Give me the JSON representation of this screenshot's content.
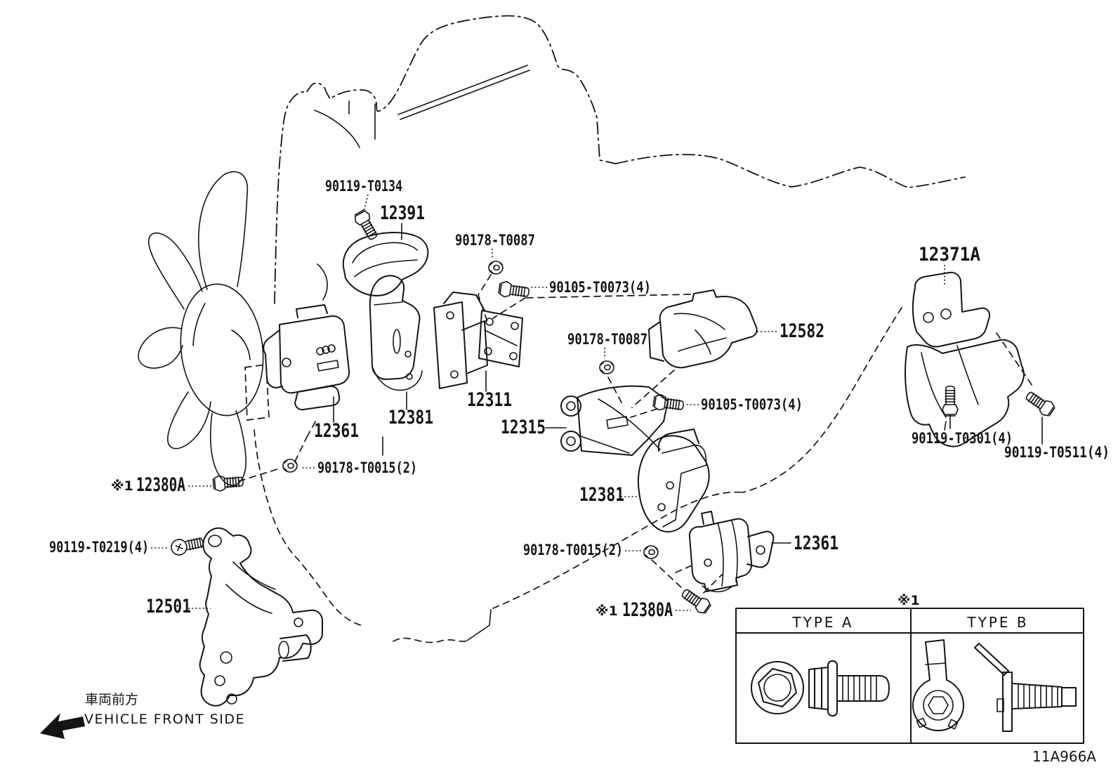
{
  "diagram": {
    "code": "11A966A",
    "orientation": {
      "label_jp": "車両前方",
      "label_en": "VEHICLE FRONT SIDE"
    },
    "legend": {
      "ref_mark": "※1",
      "type_a": "TYPE A",
      "type_b": "TYPE B"
    }
  },
  "labels": [
    {
      "text": "90119-T0134"
    },
    {
      "text": "12391"
    },
    {
      "text": "90178-T0087"
    },
    {
      "text": "90105-T0073(4)"
    },
    {
      "text": "12371A"
    },
    {
      "text": "90178-T0087"
    },
    {
      "text": "12582"
    },
    {
      "text": "12311"
    },
    {
      "text": "12381"
    },
    {
      "text": "12361"
    },
    {
      "text": "12315"
    },
    {
      "text": "90105-T0073(4)"
    },
    {
      "text": "90178-T0015(2)"
    },
    {
      "text": "※1"
    },
    {
      "text": "12380A"
    },
    {
      "text": "12381"
    },
    {
      "text": "90119-T0219(4)"
    },
    {
      "text": "12501"
    },
    {
      "text": "90178-T0015(2)"
    },
    {
      "text": "12361"
    },
    {
      "text": "※1"
    },
    {
      "text": "12380A"
    },
    {
      "text": "90119-T0301(4)"
    },
    {
      "text": "90119-T0511(4)"
    }
  ]
}
